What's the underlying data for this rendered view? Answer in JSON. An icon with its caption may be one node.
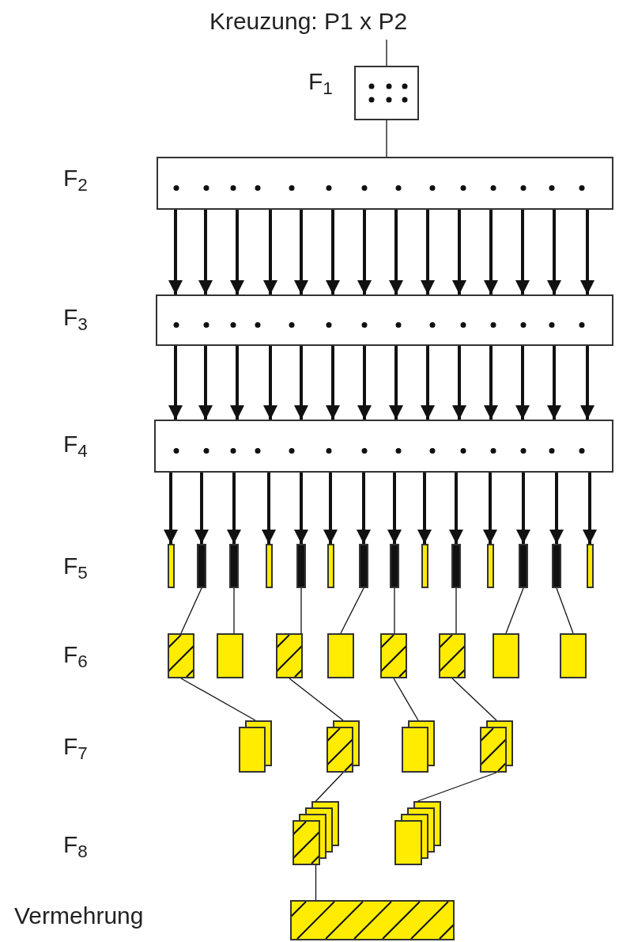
{
  "diagram": {
    "title": "Kreuzung: P1 x P2",
    "nodes": [
      {
        "text": [],
        "shape": "box"
      },
      {
        "text": [],
        "shape": "box"
      },
      {
        "text": [],
        "shape": "box"
      },
      {
        "text": [],
        "shape": "box"
      },
      {
        "text": [],
        "shape": "box"
      },
      {
        "text": [],
        "shape": "bar"
      },
      {
        "text": [],
        "shape": "bar"
      },
      {
        "text": [],
        "shape": "bar"
      },
      {
        "text": [],
        "shape": "bar"
      },
      {
        "text": [],
        "shape": "bar"
      },
      {
        "text": [],
        "shape": "bar"
      },
      {
        "text": [],
        "shape": "bar"
      },
      {
        "text": [],
        "shape": "bar"
      },
      {
        "text": [],
        "shape": "bar"
      },
      {
        "text": [],
        "shape": "bar"
      },
      {
        "text": [],
        "shape": "bar"
      },
      {
        "text": [],
        "shape": "bar"
      },
      {
        "text": [],
        "shape": "bar"
      },
      {
        "text": [],
        "shape": "bar"
      },
      {
        "text": [],
        "shape": "box"
      },
      {
        "text": [],
        "shape": "box"
      },
      {
        "text": [],
        "shape": "box"
      },
      {
        "text": [],
        "shape": "box"
      },
      {
        "text": [],
        "shape": "box"
      },
      {
        "text": [],
        "shape": "box"
      },
      {
        "text": [],
        "shape": "box"
      },
      {
        "text": [],
        "shape": "box"
      },
      {
        "text": [],
        "shape": "box"
      },
      {
        "text": [],
        "shape": "box"
      },
      {
        "text": [],
        "shape": "box"
      },
      {
        "text": [],
        "shape": "box"
      },
      {
        "text": [],
        "shape": "box"
      },
      {
        "text": [],
        "shape": "box"
      },
      {
        "text": [],
        "shape": "box"
      }
    ],
    "edges": [
      {
        "from": 0,
        "to": 1,
        "arrow": "none"
      },
      {
        "from": 1,
        "to": 2,
        "arrow": "none"
      },
      {
        "from": 2,
        "to": 3,
        "arrow": "to"
      },
      {
        "from": 2,
        "to": 3,
        "arrow": "to"
      },
      {
        "from": 2,
        "to": 3,
        "arrow": "to"
      },
      {
        "from": 2,
        "to": 3,
        "arrow": "to"
      },
      {
        "from": 2,
        "to": 3,
        "arrow": "to"
      },
      {
        "from": 2,
        "to": 3,
        "arrow": "to"
      },
      {
        "from": 2,
        "to": 3,
        "arrow": "to"
      },
      {
        "from": 2,
        "to": 3,
        "arrow": "to"
      },
      {
        "from": 2,
        "to": 3,
        "arrow": "to"
      },
      {
        "from": 2,
        "to": 3,
        "arrow": "to"
      },
      {
        "from": 2,
        "to": 3,
        "arrow": "to"
      },
      {
        "from": 2,
        "to": 3,
        "arrow": "to"
      },
      {
        "from": 2,
        "to": 3,
        "arrow": "to"
      },
      {
        "from": 2,
        "to": 3,
        "arrow": "to"
      },
      {
        "from": 3,
        "to": 4,
        "arrow": "to"
      },
      {
        "from": 3,
        "to": 4,
        "arrow": "to"
      },
      {
        "from": 3,
        "to": 4,
        "arrow": "to"
      },
      {
        "from": 3,
        "to": 4,
        "arrow": "to"
      },
      {
        "from": 3,
        "to": 4,
        "arrow": "to"
      },
      {
        "from": 3,
        "to": 4,
        "arrow": "to"
      },
      {
        "from": 3,
        "to": 4,
        "arrow": "to"
      },
      {
        "from": 3,
        "to": 4,
        "arrow": "to"
      },
      {
        "from": 3,
        "to": 4,
        "arrow": "to"
      },
      {
        "from": 3,
        "to": 4,
        "arrow": "to"
      },
      {
        "from": 3,
        "to": 4,
        "arrow": "to"
      },
      {
        "from": 3,
        "to": 4,
        "arrow": "to"
      },
      {
        "from": 3,
        "to": 4,
        "arrow": "to"
      },
      {
        "from": 3,
        "to": 4,
        "arrow": "to"
      },
      {
        "from": 4,
        "to": 5,
        "arrow": "to"
      },
      {
        "from": 4,
        "to": 6,
        "arrow": "to"
      },
      {
        "from": 4,
        "to": 7,
        "arrow": "to"
      },
      {
        "from": 4,
        "to": 8,
        "arrow": "to"
      },
      {
        "from": 4,
        "to": 9,
        "arrow": "to"
      },
      {
        "from": 4,
        "to": 10,
        "arrow": "to"
      },
      {
        "from": 4,
        "to": 11,
        "arrow": "to"
      },
      {
        "from": 4,
        "to": 12,
        "arrow": "to"
      },
      {
        "from": 4,
        "to": 13,
        "arrow": "to"
      },
      {
        "from": 4,
        "to": 14,
        "arrow": "to"
      },
      {
        "from": 4,
        "to": 15,
        "arrow": "to"
      },
      {
        "from": 4,
        "to": 16,
        "arrow": "to"
      },
      {
        "from": 4,
        "to": 17,
        "arrow": "to"
      },
      {
        "from": 4,
        "to": 18,
        "arrow": "to"
      },
      {
        "from": 6,
        "to": 19,
        "arrow": "none"
      },
      {
        "from": 7,
        "to": 20,
        "arrow": "none"
      },
      {
        "from": 9,
        "to": 21,
        "arrow": "none"
      },
      {
        "from": 11,
        "to": 22,
        "arrow": "none"
      },
      {
        "from": 12,
        "to": 23,
        "arrow": "none"
      },
      {
        "from": 14,
        "to": 24,
        "arrow": "none"
      },
      {
        "from": 16,
        "to": 25,
        "arrow": "none"
      },
      {
        "from": 17,
        "to": 26,
        "arrow": "none"
      },
      {
        "from": 19,
        "to": 27,
        "arrow": "none"
      },
      {
        "from": 21,
        "to": 28,
        "arrow": "none"
      },
      {
        "from": 23,
        "to": 29,
        "arrow": "none"
      },
      {
        "from": 24,
        "to": 30,
        "arrow": "none"
      },
      {
        "from": 28,
        "to": 31,
        "arrow": "none"
      },
      {
        "from": 30,
        "to": 32,
        "arrow": "none"
      },
      {
        "from": 31,
        "to": 33,
        "arrow": "none"
      }
    ],
    "labels": [
      "F$_{1}$",
      "F$_{2}$",
      "F$_{3}$",
      "F$_{4}$",
      "F$_{5}$",
      "F$_{6}$",
      "F$_{7}$",
      "F$_{8}$",
      "Vermehrung"
    ]
  }
}
